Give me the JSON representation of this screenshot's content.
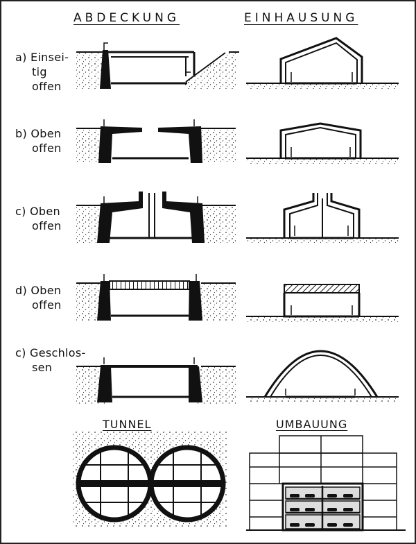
{
  "headers": {
    "abdeckung": "ABDECKUNG",
    "einhausung": "EINHAUSUNG",
    "tunnel": "TUNNEL",
    "umbauung": "UMBAUUNG"
  },
  "rows": [
    {
      "lines": [
        "a) Einsei-",
        "tig",
        "offen"
      ]
    },
    {
      "lines": [
        "b) Oben",
        "offen"
      ]
    },
    {
      "lines": [
        "c) Oben",
        "offen"
      ]
    },
    {
      "lines": [
        "d) Oben",
        "offen"
      ]
    },
    {
      "lines": [
        "c) Geschlos-",
        "sen"
      ]
    }
  ],
  "colors": {
    "ink": "#111111",
    "ground": "#f2f2f2",
    "border": "#222222"
  }
}
